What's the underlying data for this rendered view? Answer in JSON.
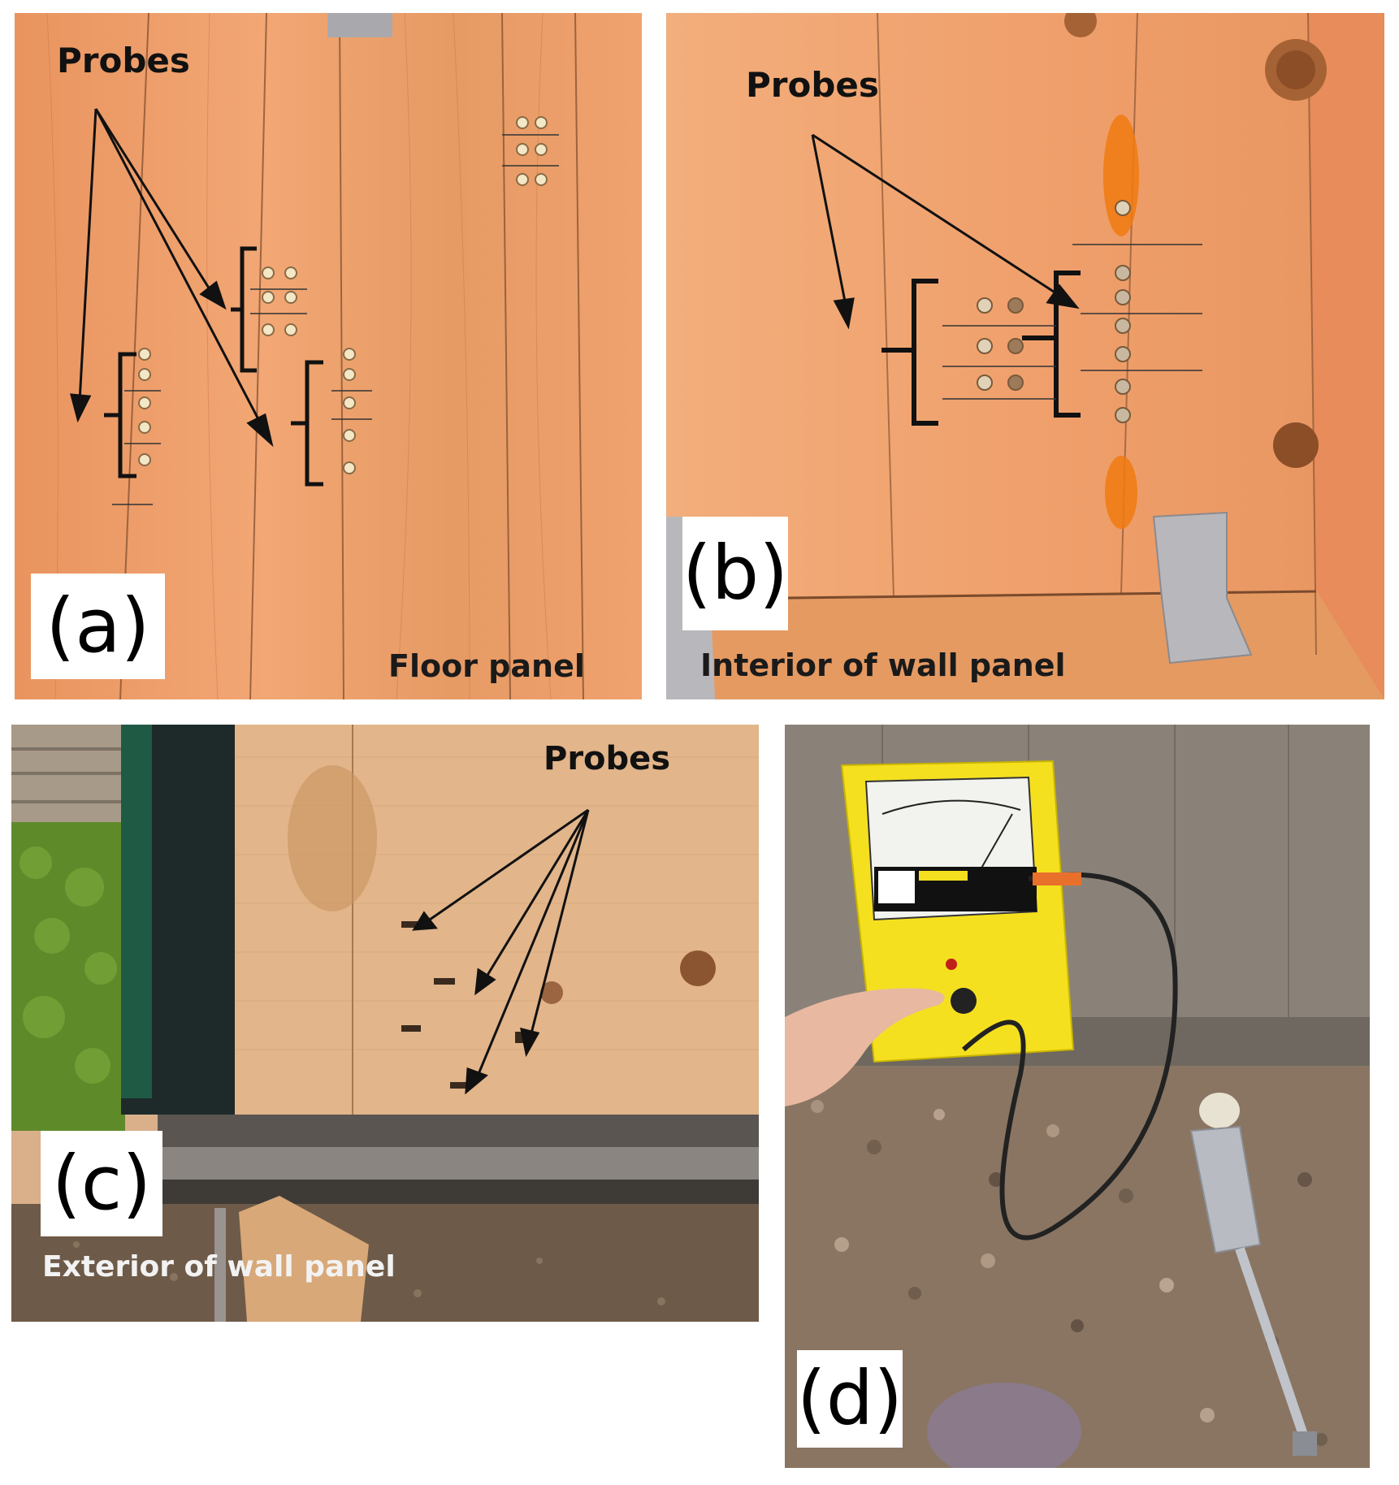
{
  "panels": {
    "a": {
      "label": "(a)",
      "caption": "Floor panel",
      "probes_label": "Probes"
    },
    "b": {
      "label": "(b)",
      "caption": "Interior of wall panel",
      "probes_label": "Probes"
    },
    "c": {
      "label": "(c)",
      "caption": "Exterior of wall panel",
      "probes_label": "Probes"
    },
    "d": {
      "label": "(d)"
    }
  },
  "colors": {
    "wood_light": "#f2a774",
    "wood_dark": "#d98a57",
    "meter_yellow": "#f5e01f",
    "cable_orange": "#e8702a",
    "gravel": "#8a7563"
  }
}
